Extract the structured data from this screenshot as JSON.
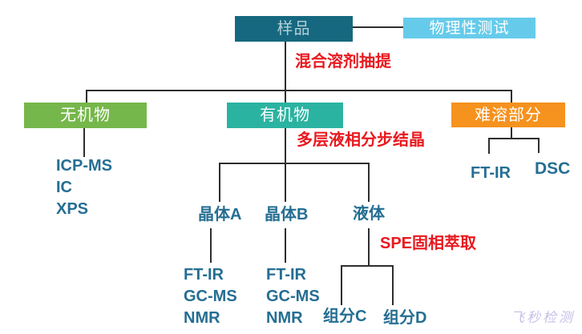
{
  "nodes": {
    "sample": "样品",
    "physical_test": "物理性测试",
    "inorganic": "无机物",
    "organic": "有机物",
    "insoluble": "难溶部分",
    "crystal_a": "晶体A",
    "crystal_b": "晶体B",
    "liquid": "液体",
    "fraction_c": "组分C",
    "fraction_d": "组分D"
  },
  "processes": {
    "solvent_extraction": "混合溶剂抽提",
    "fractional_crystallization": "多层液相分步结晶",
    "spe_extraction": "SPE固相萃取"
  },
  "methods": {
    "inorganic": [
      "ICP-MS",
      "IC",
      "XPS"
    ],
    "crystal_a": [
      "FT-IR",
      "GC-MS",
      "NMR"
    ],
    "crystal_b": [
      "FT-IR",
      "GC-MS",
      "NMR"
    ],
    "insoluble_left": "FT-IR",
    "insoluble_right": "DSC"
  },
  "watermark": "飞秒检测",
  "colors": {
    "sample": "#15687F",
    "physical": "#66CBEA",
    "inorganic": "#76B74B",
    "organic": "#2BB3A1",
    "insoluble": "#F6921E",
    "line": "#2e2e2e",
    "text": "#256E93",
    "red": "#E8191F",
    "watermark": "#C7BFE7"
  }
}
